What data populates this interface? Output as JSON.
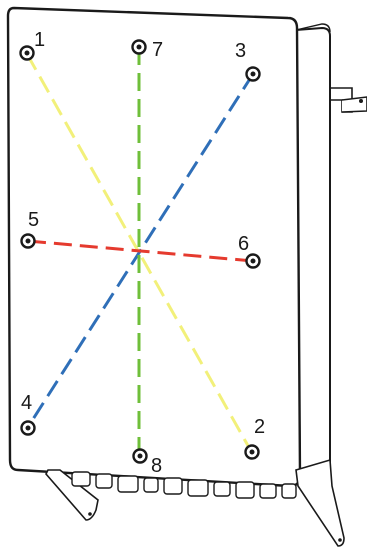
{
  "figure": {
    "description_labels": {
      "screw_1": "1",
      "screw_2": "2",
      "screw_3": "3",
      "screw_4": "4",
      "screw_5": "5",
      "screw_6": "6",
      "screw_7": "7",
      "screw_8": "8"
    },
    "line_colors": {
      "diagonal_1_2": "#f2f07a",
      "diagonal_3_4": "#2f6fb8",
      "horizontal_5_6": "#e53a2e",
      "vertical_7_8": "#6fbf3a"
    },
    "enclosure_color": "#ffffff",
    "outline_color": "#1a1a1a"
  }
}
